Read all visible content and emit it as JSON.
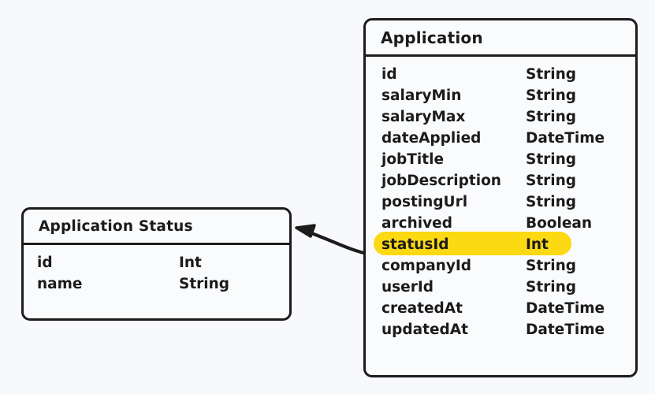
{
  "canvas": {
    "background_color": "#f8f9fc",
    "stroke_color": "#1c1c1c",
    "highlight_color": "#fcd913"
  },
  "entities": [
    {
      "id": "application-status",
      "title": "Application Status",
      "fields": [
        {
          "name": "id",
          "type": "Int"
        },
        {
          "name": "name",
          "type": "String"
        }
      ]
    },
    {
      "id": "application",
      "title": "Application",
      "fields": [
        {
          "name": "id",
          "type": "String"
        },
        {
          "name": "salaryMin",
          "type": "String"
        },
        {
          "name": "salaryMax",
          "type": "String"
        },
        {
          "name": "dateApplied",
          "type": "DateTime"
        },
        {
          "name": "jobTitle",
          "type": "String"
        },
        {
          "name": "jobDescription",
          "type": "String"
        },
        {
          "name": "postingUrl",
          "type": "String"
        },
        {
          "name": "archived",
          "type": "Boolean"
        },
        {
          "name": "statusId",
          "type": "Int",
          "highlighted": true
        },
        {
          "name": "companyId",
          "type": "String"
        },
        {
          "name": "userId",
          "type": "String"
        },
        {
          "name": "createdAt",
          "type": "DateTime"
        },
        {
          "name": "updatedAt",
          "type": "DateTime"
        }
      ]
    }
  ],
  "relation": {
    "from_entity": "application",
    "from_field": "statusId",
    "to_entity": "application-status",
    "arrow_direction": "left"
  }
}
